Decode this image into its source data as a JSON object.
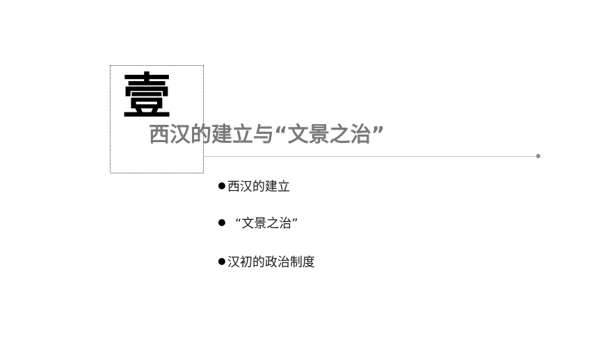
{
  "section": {
    "numeral": "壹",
    "title": "西汉的建立与“文景之治”"
  },
  "bullets": [
    {
      "label": "西汉的建立"
    },
    {
      "label": "“文景之治”"
    },
    {
      "label": "汉初的政治制度"
    }
  ]
}
